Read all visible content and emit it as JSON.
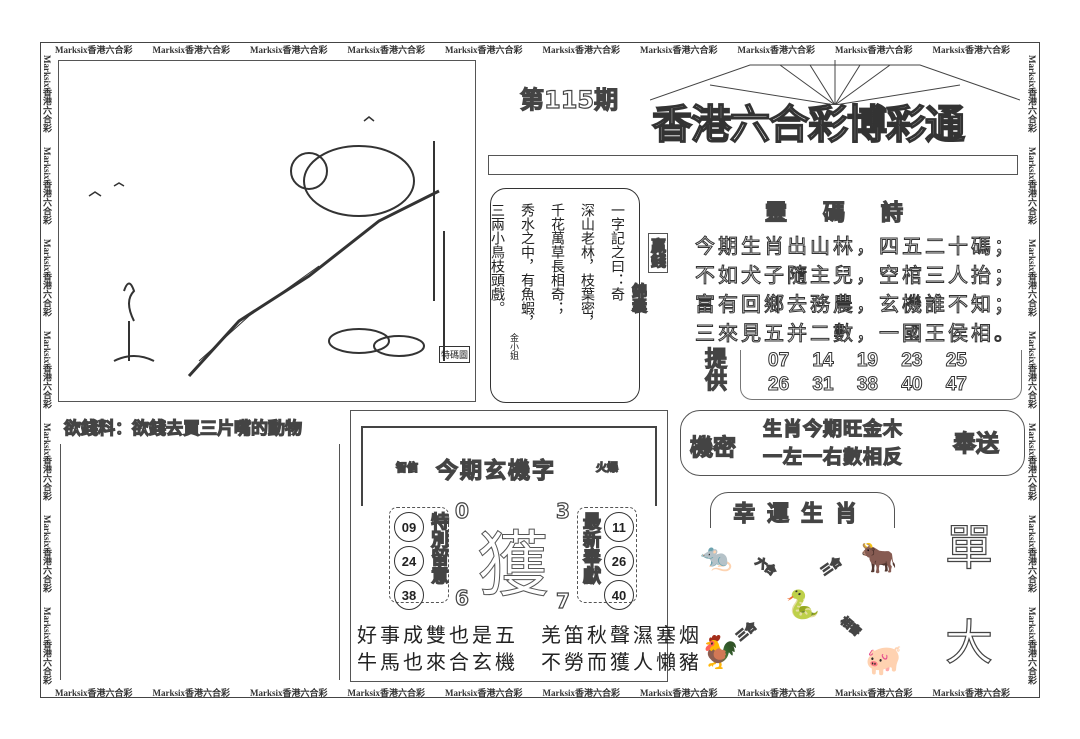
{
  "border_text": "Marksix香港六合彩",
  "header": {
    "issue": "第115期",
    "title": "香港六合彩博彩通"
  },
  "scroll": {
    "lines": [
      "一字記之曰：奇",
      "深山老林，枝葉密，",
      "千花萬草長相奇；",
      "秀水之中，有魚蝦，",
      "三兩小鳥枝頭戲。"
    ],
    "author": "金小姐",
    "side_labels": [
      "贏錢",
      "錦囊"
    ]
  },
  "image_label": "特碼圖",
  "poem": {
    "title": "靈碼詩",
    "lines": [
      "今期生肖出山林，四五二十碼；",
      "不如犬子隨主兒，空棺三人抬；",
      "富有回鄉去務農，玄機誰不知；",
      "三來見五并二數，一國王侯相。"
    ],
    "label": "提供",
    "numbers": [
      [
        "07",
        "14",
        "19",
        "23",
        "25"
      ],
      [
        "26",
        "31",
        "38",
        "40",
        "47"
      ]
    ]
  },
  "left_panel": {
    "title": "欲錢料：欲錢去買三片嘴的動物"
  },
  "center": {
    "title": "今期玄機字",
    "left_tag": "智信",
    "right_tag": "火爆",
    "left_label": "特別留意",
    "right_label": "最新奉獻",
    "left_numbers": [
      "09",
      "24",
      "38"
    ],
    "right_numbers": [
      "11",
      "26",
      "40"
    ],
    "big_char": "獲",
    "corner_digits": [
      "0",
      "3",
      "6",
      "7"
    ],
    "verses": [
      "好事成雙也是五　羌笛秋聲濕塞烟",
      "牛馬也來合玄機　不勞而獲人懶豬"
    ]
  },
  "right_panel": {
    "left_label": "機密",
    "right_label": "奉送",
    "lines": [
      "生肖今期旺金木",
      "一左一右數相反"
    ],
    "lucky_title": "幸運生肖",
    "relations": [
      "六合",
      "三合",
      "三合",
      "相害"
    ],
    "animals": [
      "rat-icon",
      "ox-icon",
      "snake-icon",
      "rooster-icon",
      "pig-icon"
    ],
    "big_chars": [
      "單",
      "大"
    ]
  }
}
